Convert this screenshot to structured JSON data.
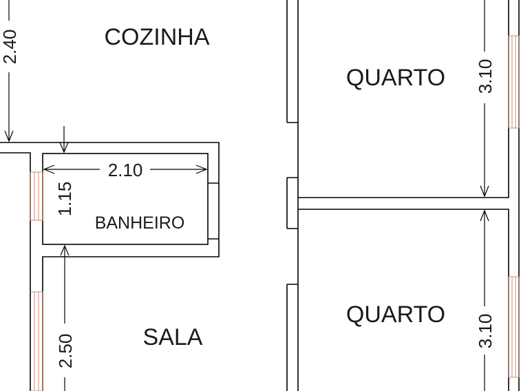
{
  "rooms": {
    "kitchen": "COZINHA",
    "bathroom": "BANHEIRO",
    "living_room": "SALA",
    "bedroom_top": "QUARTO",
    "bedroom_bottom": "QUARTO"
  },
  "dimensions": {
    "kitchen_height": "2.40",
    "bathroom_width": "2.10",
    "bathroom_height": "1.15",
    "living_height": "2.50",
    "bedroom_top_height": "3.10",
    "bedroom_bottom_height": "3.10"
  },
  "colors": {
    "walls": "#000000",
    "windows": "#c98d7a",
    "text": "#1a1a1a",
    "background": "#ffffff"
  }
}
